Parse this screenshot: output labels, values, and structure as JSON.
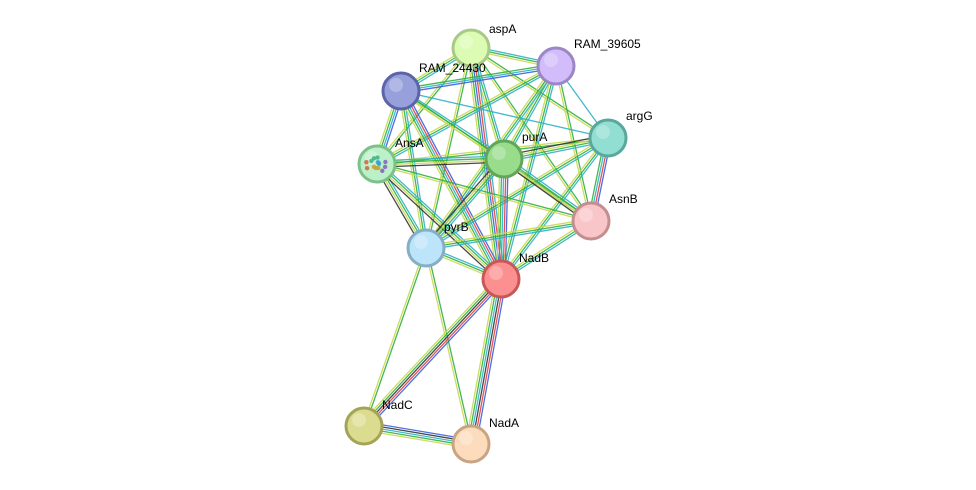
{
  "network": {
    "nodes": [
      {
        "id": "aspA",
        "label": "aspA",
        "fill": "#dcfcb4",
        "stroke": "#a9c987",
        "structure": false
      },
      {
        "id": "RAM_39605",
        "label": "RAM_39605",
        "fill": "#d2bcfa",
        "stroke": "#9b86c6",
        "structure": false
      },
      {
        "id": "RAM_24430",
        "label": "RAM_24430",
        "fill": "#98a0dc",
        "stroke": "#5b64a8",
        "structure": false
      },
      {
        "id": "argG",
        "label": "argG",
        "fill": "#92ded2",
        "stroke": "#5aa89c",
        "structure": false
      },
      {
        "id": "AnsA",
        "label": "AnsA",
        "fill": "#bcf0c8",
        "stroke": "#7cc08a",
        "structure": true
      },
      {
        "id": "purA",
        "label": "purA",
        "fill": "#98dc8c",
        "stroke": "#62a65a",
        "structure": false
      },
      {
        "id": "AsnB",
        "label": "AsnB",
        "fill": "#f8c6c8",
        "stroke": "#c48e90",
        "structure": false
      },
      {
        "id": "pyrB",
        "label": "pyrB",
        "fill": "#bce4fa",
        "stroke": "#86aec6",
        "structure": false
      },
      {
        "id": "NadB",
        "label": "NadB",
        "fill": "#fc9090",
        "stroke": "#c85858",
        "structure": false
      },
      {
        "id": "NadC",
        "label": "NadC",
        "fill": "#dcdc90",
        "stroke": "#a4a458",
        "structure": false
      },
      {
        "id": "NadA",
        "label": "NadA",
        "fill": "#fcdcbc",
        "stroke": "#c8a482",
        "structure": false
      }
    ],
    "edges": [
      {
        "a": "aspA",
        "b": "RAM_39605",
        "evidence": [
          "cyan",
          "green",
          "yellow"
        ]
      },
      {
        "a": "aspA",
        "b": "RAM_24430",
        "evidence": [
          "cyan",
          "green",
          "yellow"
        ]
      },
      {
        "a": "aspA",
        "b": "AnsA",
        "evidence": [
          "green",
          "yellow"
        ]
      },
      {
        "a": "aspA",
        "b": "purA",
        "evidence": [
          "cyan",
          "green",
          "yellow"
        ]
      },
      {
        "a": "aspA",
        "b": "argG",
        "evidence": [
          "green",
          "yellow"
        ]
      },
      {
        "a": "aspA",
        "b": "AsnB",
        "evidence": [
          "green",
          "yellow"
        ]
      },
      {
        "a": "aspA",
        "b": "pyrB",
        "evidence": [
          "green",
          "yellow"
        ]
      },
      {
        "a": "aspA",
        "b": "NadB",
        "evidence": [
          "cyan",
          "red",
          "blue",
          "green",
          "yellow"
        ]
      },
      {
        "a": "RAM_39605",
        "b": "RAM_24430",
        "evidence": [
          "blue",
          "cyan",
          "green"
        ]
      },
      {
        "a": "RAM_39605",
        "b": "argG",
        "evidence": [
          "cyan"
        ]
      },
      {
        "a": "RAM_39605",
        "b": "AnsA",
        "evidence": [
          "cyan",
          "green",
          "yellow"
        ]
      },
      {
        "a": "RAM_39605",
        "b": "purA",
        "evidence": [
          "cyan",
          "green",
          "yellow"
        ]
      },
      {
        "a": "RAM_39605",
        "b": "AsnB",
        "evidence": [
          "green",
          "yellow"
        ]
      },
      {
        "a": "RAM_39605",
        "b": "pyrB",
        "evidence": [
          "cyan",
          "green",
          "yellow"
        ]
      },
      {
        "a": "RAM_39605",
        "b": "NadB",
        "evidence": [
          "cyan",
          "green",
          "yellow"
        ]
      },
      {
        "a": "RAM_24430",
        "b": "AnsA",
        "evidence": [
          "blue",
          "cyan",
          "green",
          "yellow"
        ]
      },
      {
        "a": "RAM_24430",
        "b": "purA",
        "evidence": [
          "cyan",
          "green",
          "yellow"
        ]
      },
      {
        "a": "RAM_24430",
        "b": "argG",
        "evidence": [
          "cyan"
        ]
      },
      {
        "a": "RAM_24430",
        "b": "AsnB",
        "evidence": [
          "green",
          "yellow"
        ]
      },
      {
        "a": "RAM_24430",
        "b": "pyrB",
        "evidence": [
          "cyan",
          "green",
          "yellow"
        ]
      },
      {
        "a": "RAM_24430",
        "b": "NadB",
        "evidence": [
          "blue",
          "red",
          "cyan",
          "green",
          "yellow"
        ]
      },
      {
        "a": "argG",
        "b": "AnsA",
        "evidence": [
          "green",
          "yellow"
        ]
      },
      {
        "a": "argG",
        "b": "purA",
        "evidence": [
          "cyan",
          "green",
          "yellow",
          "black"
        ]
      },
      {
        "a": "argG",
        "b": "AsnB",
        "evidence": [
          "blue",
          "red",
          "cyan",
          "green"
        ]
      },
      {
        "a": "argG",
        "b": "pyrB",
        "evidence": [
          "cyan",
          "green",
          "yellow"
        ]
      },
      {
        "a": "argG",
        "b": "NadB",
        "evidence": [
          "cyan",
          "green",
          "yellow"
        ]
      },
      {
        "a": "AnsA",
        "b": "purA",
        "evidence": [
          "cyan",
          "green",
          "yellow",
          "black"
        ]
      },
      {
        "a": "AnsA",
        "b": "AsnB",
        "evidence": [
          "green",
          "yellow"
        ]
      },
      {
        "a": "AnsA",
        "b": "pyrB",
        "evidence": [
          "cyan",
          "green",
          "yellow",
          "black"
        ]
      },
      {
        "a": "AnsA",
        "b": "NadB",
        "evidence": [
          "cyan",
          "green",
          "yellow",
          "black"
        ]
      },
      {
        "a": "purA",
        "b": "AsnB",
        "evidence": [
          "cyan",
          "green",
          "yellow",
          "black"
        ]
      },
      {
        "a": "purA",
        "b": "pyrB",
        "evidence": [
          "cyan",
          "green",
          "yellow",
          "black"
        ]
      },
      {
        "a": "purA",
        "b": "NadB",
        "evidence": [
          "blue",
          "red",
          "cyan",
          "green",
          "yellow"
        ]
      },
      {
        "a": "AsnB",
        "b": "pyrB",
        "evidence": [
          "cyan",
          "green",
          "yellow"
        ]
      },
      {
        "a": "AsnB",
        "b": "NadB",
        "evidence": [
          "cyan",
          "green",
          "yellow"
        ]
      },
      {
        "a": "pyrB",
        "b": "NadB",
        "evidence": [
          "cyan",
          "green",
          "yellow"
        ]
      },
      {
        "a": "pyrB",
        "b": "NadC",
        "evidence": [
          "green",
          "yellow"
        ]
      },
      {
        "a": "pyrB",
        "b": "NadA",
        "evidence": [
          "green",
          "yellow"
        ]
      },
      {
        "a": "NadB",
        "b": "NadC",
        "evidence": [
          "blue",
          "red",
          "black",
          "green",
          "yellow"
        ]
      },
      {
        "a": "NadB",
        "b": "NadA",
        "evidence": [
          "blue",
          "red",
          "black",
          "cyan",
          "green",
          "yellow"
        ]
      },
      {
        "a": "NadC",
        "b": "NadA",
        "evidence": [
          "blue",
          "black",
          "cyan",
          "green",
          "yellow"
        ]
      }
    ],
    "evidence_colors": {
      "blue": "#3a5fe0",
      "red": "#e04040",
      "black": "#333333",
      "cyan": "#30b0c8",
      "green": "#30b040",
      "yellow": "#c8d850"
    }
  }
}
